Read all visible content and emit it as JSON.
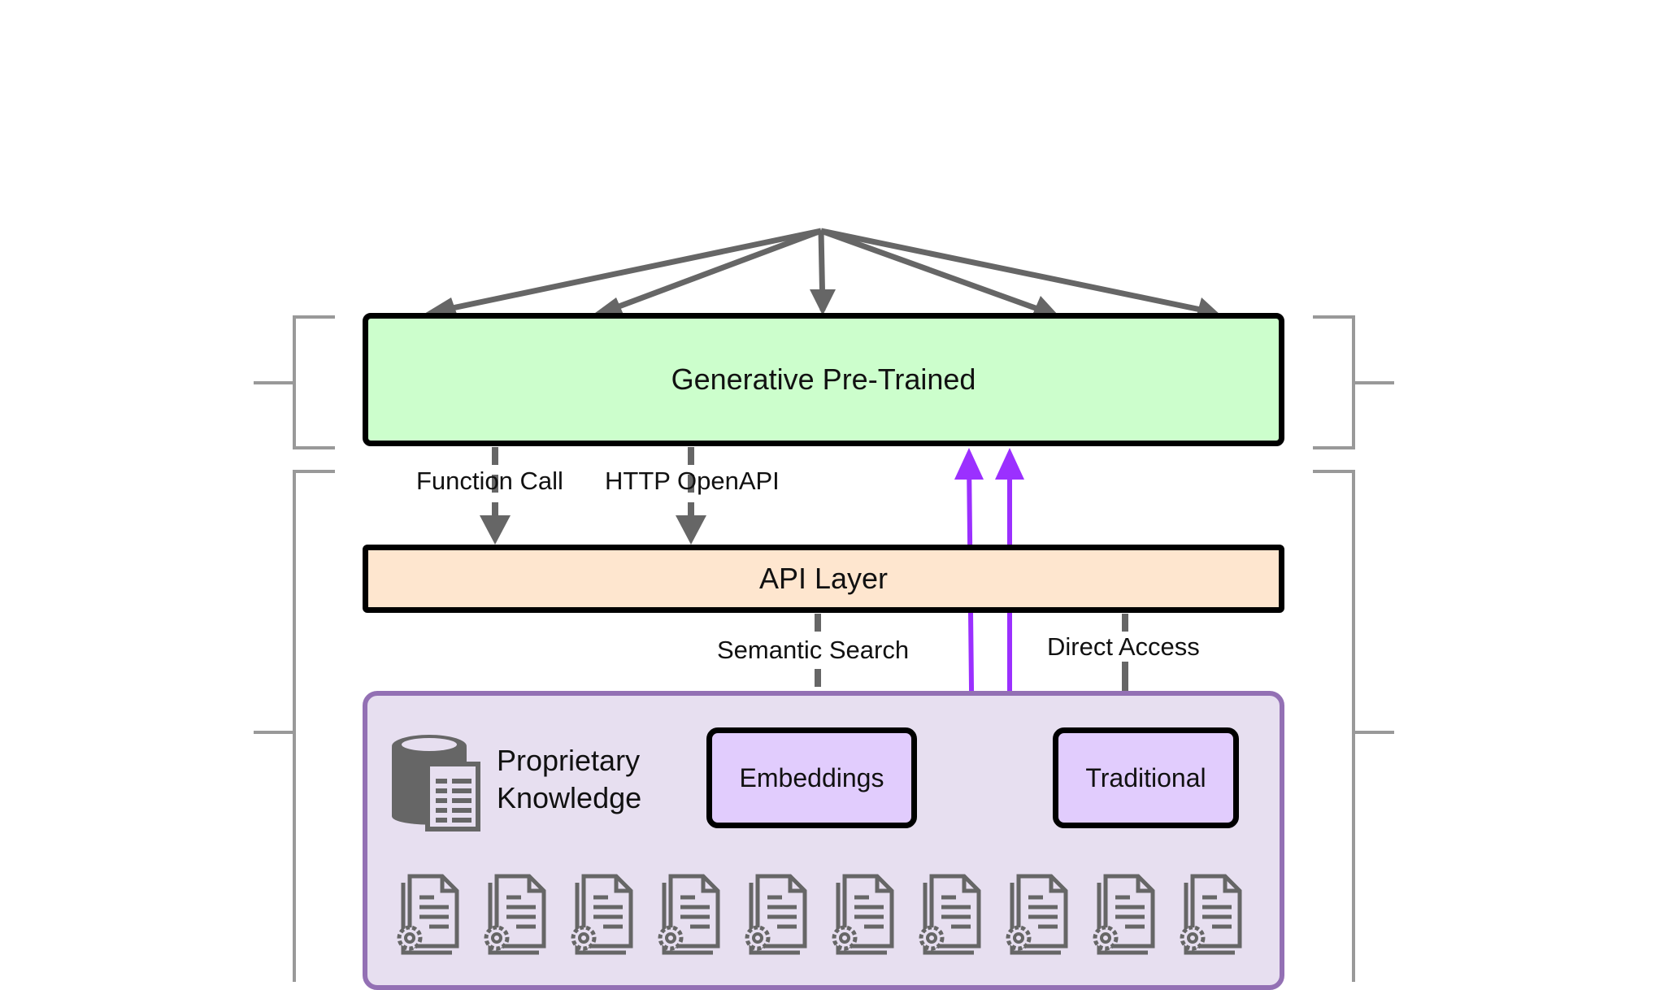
{
  "gpt": {
    "label": "Generative Pre-Trained"
  },
  "api": {
    "label": "API Layer"
  },
  "edges": {
    "function_call": "Function Call",
    "http_openapi": "HTTP OpenAPI",
    "semantic_search": "Semantic Search",
    "direct_access": "Direct Access"
  },
  "knowledge": {
    "title_line1": "Proprietary",
    "title_line2": "Knowledge",
    "icon": "database-document-icon",
    "document_icon": "document-gear-icon",
    "document_count": 10
  },
  "embeddings": {
    "label": "Embeddings"
  },
  "traditional": {
    "label": "Traditional"
  },
  "colors": {
    "gpt_fill": "#ccfecc",
    "api_fill": "#fee6cf",
    "knowledge_fill": "#e7dff0",
    "knowledge_border": "#9370b4",
    "store_fill": "#e1ccfd",
    "arrow_gray": "#666666",
    "return_path": "#9b30ff",
    "bracket": "#999999"
  }
}
